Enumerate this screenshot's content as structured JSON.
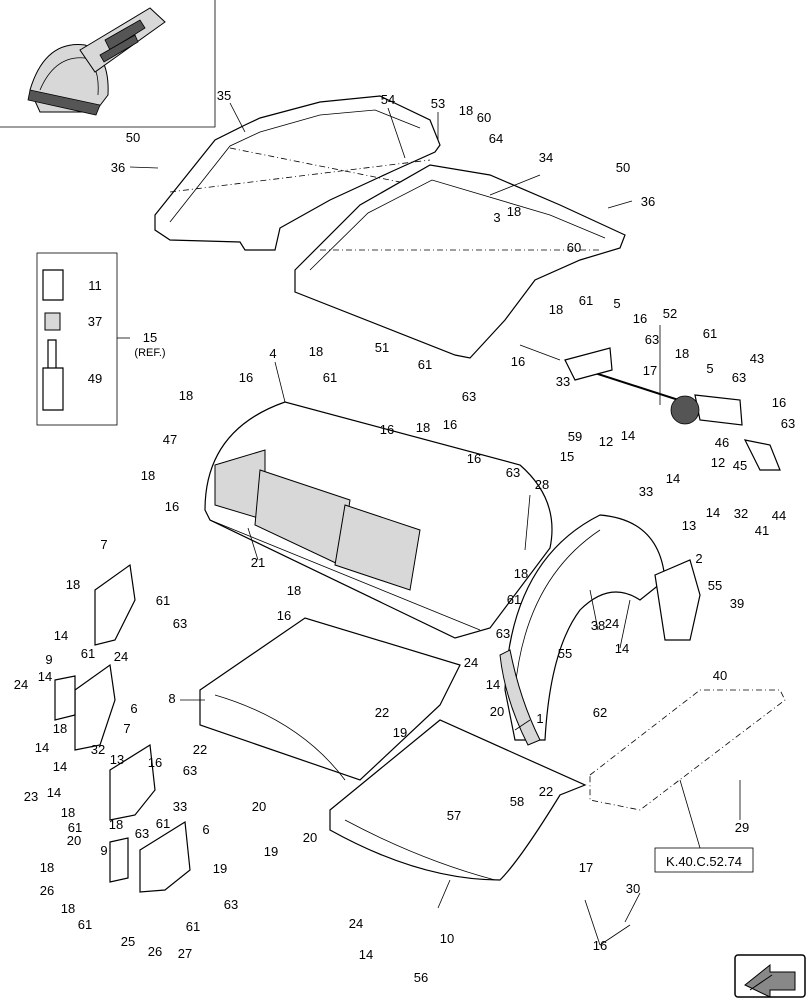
{
  "diagram": {
    "reference_box": "K.40.C.52.74",
    "side_label": {
      "number": "15",
      "ref": "(REF.)"
    },
    "callouts": [
      {
        "id": "c35",
        "text": "35"
      },
      {
        "id": "c54",
        "text": "54"
      },
      {
        "id": "c53",
        "text": "53"
      },
      {
        "id": "c18a",
        "text": "18"
      },
      {
        "id": "c60a",
        "text": "60"
      },
      {
        "id": "c64",
        "text": "64"
      },
      {
        "id": "c34",
        "text": "34"
      },
      {
        "id": "c50a",
        "text": "50"
      },
      {
        "id": "c36a",
        "text": "36"
      },
      {
        "id": "c50b",
        "text": "50"
      },
      {
        "id": "c36b",
        "text": "36"
      },
      {
        "id": "c3",
        "text": "3"
      },
      {
        "id": "c18b",
        "text": "18"
      },
      {
        "id": "c60b",
        "text": "60"
      },
      {
        "id": "c11",
        "text": "11"
      },
      {
        "id": "c37",
        "text": "37"
      },
      {
        "id": "c49",
        "text": "49"
      },
      {
        "id": "c18c",
        "text": "18"
      },
      {
        "id": "c61a",
        "text": "61"
      },
      {
        "id": "c5a",
        "text": "5"
      },
      {
        "id": "c52",
        "text": "52"
      },
      {
        "id": "c16a",
        "text": "16"
      },
      {
        "id": "c63a",
        "text": "63"
      },
      {
        "id": "c16b",
        "text": "16"
      },
      {
        "id": "c61b",
        "text": "61"
      },
      {
        "id": "c18d",
        "text": "18"
      },
      {
        "id": "c43",
        "text": "43"
      },
      {
        "id": "c5b",
        "text": "5"
      },
      {
        "id": "c63b",
        "text": "63"
      },
      {
        "id": "c17a",
        "text": "17"
      },
      {
        "id": "c33a",
        "text": "33"
      },
      {
        "id": "c59",
        "text": "59"
      },
      {
        "id": "c12a",
        "text": "12"
      },
      {
        "id": "c14a",
        "text": "14"
      },
      {
        "id": "c15",
        "text": "15"
      },
      {
        "id": "c16c",
        "text": "16"
      },
      {
        "id": "c63c",
        "text": "63"
      },
      {
        "id": "c46",
        "text": "46"
      },
      {
        "id": "c12b",
        "text": "12"
      },
      {
        "id": "c45",
        "text": "45"
      },
      {
        "id": "c4",
        "text": "4"
      },
      {
        "id": "c18e",
        "text": "18"
      },
      {
        "id": "c51",
        "text": "51"
      },
      {
        "id": "c61c",
        "text": "61"
      },
      {
        "id": "c61d",
        "text": "61"
      },
      {
        "id": "c63d",
        "text": "63"
      },
      {
        "id": "c16d",
        "text": "16"
      },
      {
        "id": "c18f",
        "text": "18"
      },
      {
        "id": "c16e",
        "text": "16"
      },
      {
        "id": "c16f",
        "text": "16"
      },
      {
        "id": "c63e",
        "text": "63"
      },
      {
        "id": "c33b",
        "text": "33"
      },
      {
        "id": "c14b",
        "text": "14"
      },
      {
        "id": "c13a",
        "text": "13"
      },
      {
        "id": "c14c",
        "text": "14"
      },
      {
        "id": "c32a",
        "text": "32"
      },
      {
        "id": "c41",
        "text": "41"
      },
      {
        "id": "c44",
        "text": "44"
      },
      {
        "id": "c18g",
        "text": "18"
      },
      {
        "id": "c16g",
        "text": "16"
      },
      {
        "id": "c47",
        "text": "47"
      },
      {
        "id": "c18h",
        "text": "18"
      },
      {
        "id": "c16h",
        "text": "16"
      },
      {
        "id": "c28",
        "text": "28"
      },
      {
        "id": "c21",
        "text": "21"
      },
      {
        "id": "c2",
        "text": "2"
      },
      {
        "id": "c18i",
        "text": "18"
      },
      {
        "id": "c7a",
        "text": "7"
      },
      {
        "id": "c18j",
        "text": "18"
      },
      {
        "id": "c16i",
        "text": "16"
      },
      {
        "id": "c61e",
        "text": "61"
      },
      {
        "id": "c55a",
        "text": "55"
      },
      {
        "id": "c39",
        "text": "39"
      },
      {
        "id": "c18k",
        "text": "18"
      },
      {
        "id": "c61f",
        "text": "61"
      },
      {
        "id": "c63f",
        "text": "63"
      },
      {
        "id": "c24a",
        "text": "24"
      },
      {
        "id": "c14d",
        "text": "14"
      },
      {
        "id": "c63g",
        "text": "63"
      },
      {
        "id": "c38",
        "text": "38"
      },
      {
        "id": "c40",
        "text": "40"
      },
      {
        "id": "c14e",
        "text": "14"
      },
      {
        "id": "c61g",
        "text": "61"
      },
      {
        "id": "c24b",
        "text": "24"
      },
      {
        "id": "c55b",
        "text": "55"
      },
      {
        "id": "c9a",
        "text": "9"
      },
      {
        "id": "c24c",
        "text": "24"
      },
      {
        "id": "c14f",
        "text": "14"
      },
      {
        "id": "c24d",
        "text": "24"
      },
      {
        "id": "c14g",
        "text": "14"
      },
      {
        "id": "c62",
        "text": "62"
      },
      {
        "id": "c1",
        "text": "1"
      },
      {
        "id": "c8",
        "text": "8"
      },
      {
        "id": "c20a",
        "text": "20"
      },
      {
        "id": "c22a",
        "text": "22"
      },
      {
        "id": "c6a",
        "text": "6"
      },
      {
        "id": "c19a",
        "text": "19"
      },
      {
        "id": "c18l",
        "text": "18"
      },
      {
        "id": "c14h",
        "text": "14"
      },
      {
        "id": "c32b",
        "text": "32"
      },
      {
        "id": "c7b",
        "text": "7"
      },
      {
        "id": "c22b",
        "text": "22"
      },
      {
        "id": "c23",
        "text": "23"
      },
      {
        "id": "c14i",
        "text": "14"
      },
      {
        "id": "c13b",
        "text": "13"
      },
      {
        "id": "c16j",
        "text": "16"
      },
      {
        "id": "c63h",
        "text": "63"
      },
      {
        "id": "c14j",
        "text": "14"
      },
      {
        "id": "c33c",
        "text": "33"
      },
      {
        "id": "c20b",
        "text": "20"
      },
      {
        "id": "c58",
        "text": "58"
      },
      {
        "id": "c22c",
        "text": "22"
      },
      {
        "id": "c29",
        "text": "29"
      },
      {
        "id": "c18m",
        "text": "18"
      },
      {
        "id": "c61h",
        "text": "61"
      },
      {
        "id": "c18n",
        "text": "18"
      },
      {
        "id": "c63i",
        "text": "63"
      },
      {
        "id": "c61i",
        "text": "61"
      },
      {
        "id": "c6b",
        "text": "6"
      },
      {
        "id": "c57",
        "text": "57"
      },
      {
        "id": "c20c",
        "text": "20"
      },
      {
        "id": "c20d",
        "text": "20"
      },
      {
        "id": "c19b",
        "text": "19"
      },
      {
        "id": "c9b",
        "text": "9"
      },
      {
        "id": "c18o",
        "text": "18"
      },
      {
        "id": "c19c",
        "text": "19"
      },
      {
        "id": "c26a",
        "text": "26"
      },
      {
        "id": "c18p",
        "text": "18"
      },
      {
        "id": "c61j",
        "text": "61"
      },
      {
        "id": "c63j",
        "text": "63"
      },
      {
        "id": "c17b",
        "text": "17"
      },
      {
        "id": "c61k",
        "text": "61"
      },
      {
        "id": "c25",
        "text": "25"
      },
      {
        "id": "c26b",
        "text": "26"
      },
      {
        "id": "c27",
        "text": "27"
      },
      {
        "id": "c24e",
        "text": "24"
      },
      {
        "id": "c14k",
        "text": "14"
      },
      {
        "id": "c56",
        "text": "56"
      },
      {
        "id": "c10",
        "text": "10"
      },
      {
        "id": "c30",
        "text": "30"
      },
      {
        "id": "c16k",
        "text": "16"
      }
    ]
  }
}
